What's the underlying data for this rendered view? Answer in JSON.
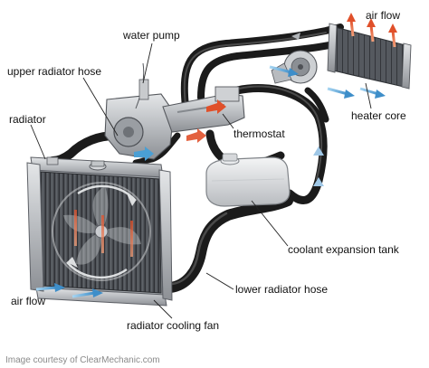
{
  "labels": {
    "water_pump": "water pump",
    "air_flow_top": "air flow",
    "upper_radiator_hose": "upper radiator hose",
    "radiator": "radiator",
    "heater_core": "heater core",
    "thermostat": "thermostat",
    "coolant_expansion_tank": "coolant expansion tank",
    "lower_radiator_hose": "lower radiator hose",
    "air_flow_bottom": "air flow",
    "radiator_cooling_fan": "radiator cooling fan"
  },
  "credit": "Image courtesy of ClearMechanic.com",
  "colors": {
    "hose": "#1b1b1b",
    "hot_arrow": "#e0502a",
    "cool_arrow": "#4a9fd4",
    "metal": "#b9bcc0",
    "radiator_core": "#4a4d52"
  }
}
